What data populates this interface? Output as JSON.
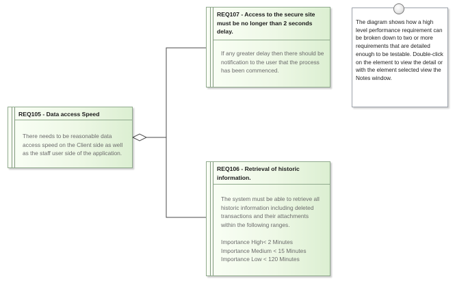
{
  "requirements": [
    {
      "id": "REQ105",
      "title": "REQ105 -  Data access Speed",
      "body": "There needs to be reasonable data access speed on the Client side as well as the staff user side of the application."
    },
    {
      "id": "REQ107",
      "title": "REQ107 - Access to the secure site must be no longer than 2 seconds delay.",
      "body": "If any greater delay then there should be notification to the user that the process has been commenced."
    },
    {
      "id": "REQ106",
      "title": "REQ106 - Retrieval of historic information.",
      "body": "The system must be able to retrieve all historic information including deleted transactions and their attachments within the following ranges.\n\nImportance High< 2 Minutes\nImportance Medium < 15 Minutes\nImportance Low < 120 Minutes"
    }
  ],
  "note": {
    "text": "The diagram shows how a high level performance requirement can be broken down to two or more requirements that are detailed enough to be testable. Double-click on the element to view the detail or with the element selected view the Notes window."
  }
}
